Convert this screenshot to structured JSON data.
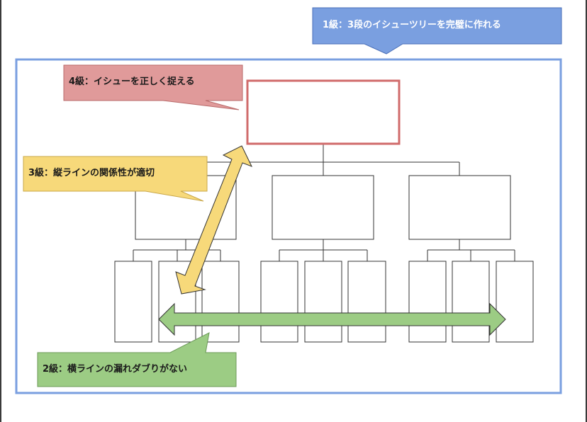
{
  "callouts": {
    "level1": {
      "label": "1級：3段のイシューツリーを完璧に作れる",
      "color": "#7a9fe0"
    },
    "level4": {
      "label": "4級：イシューを正しく捉える",
      "color": "#e09a9a"
    },
    "level3": {
      "label": "3級：縦ラインの関係性が適切",
      "color": "#f7d97a"
    },
    "level2": {
      "label": "2級：横ラインの漏れダブりがない",
      "color": "#9ccc84"
    }
  },
  "colors": {
    "frame_border": "#7a9fe0",
    "root_box_border": "#d06b6b",
    "tree_stroke": "#333333",
    "vertical_arrow": "#f7d97a",
    "horizontal_arrow": "#9ccc84"
  }
}
